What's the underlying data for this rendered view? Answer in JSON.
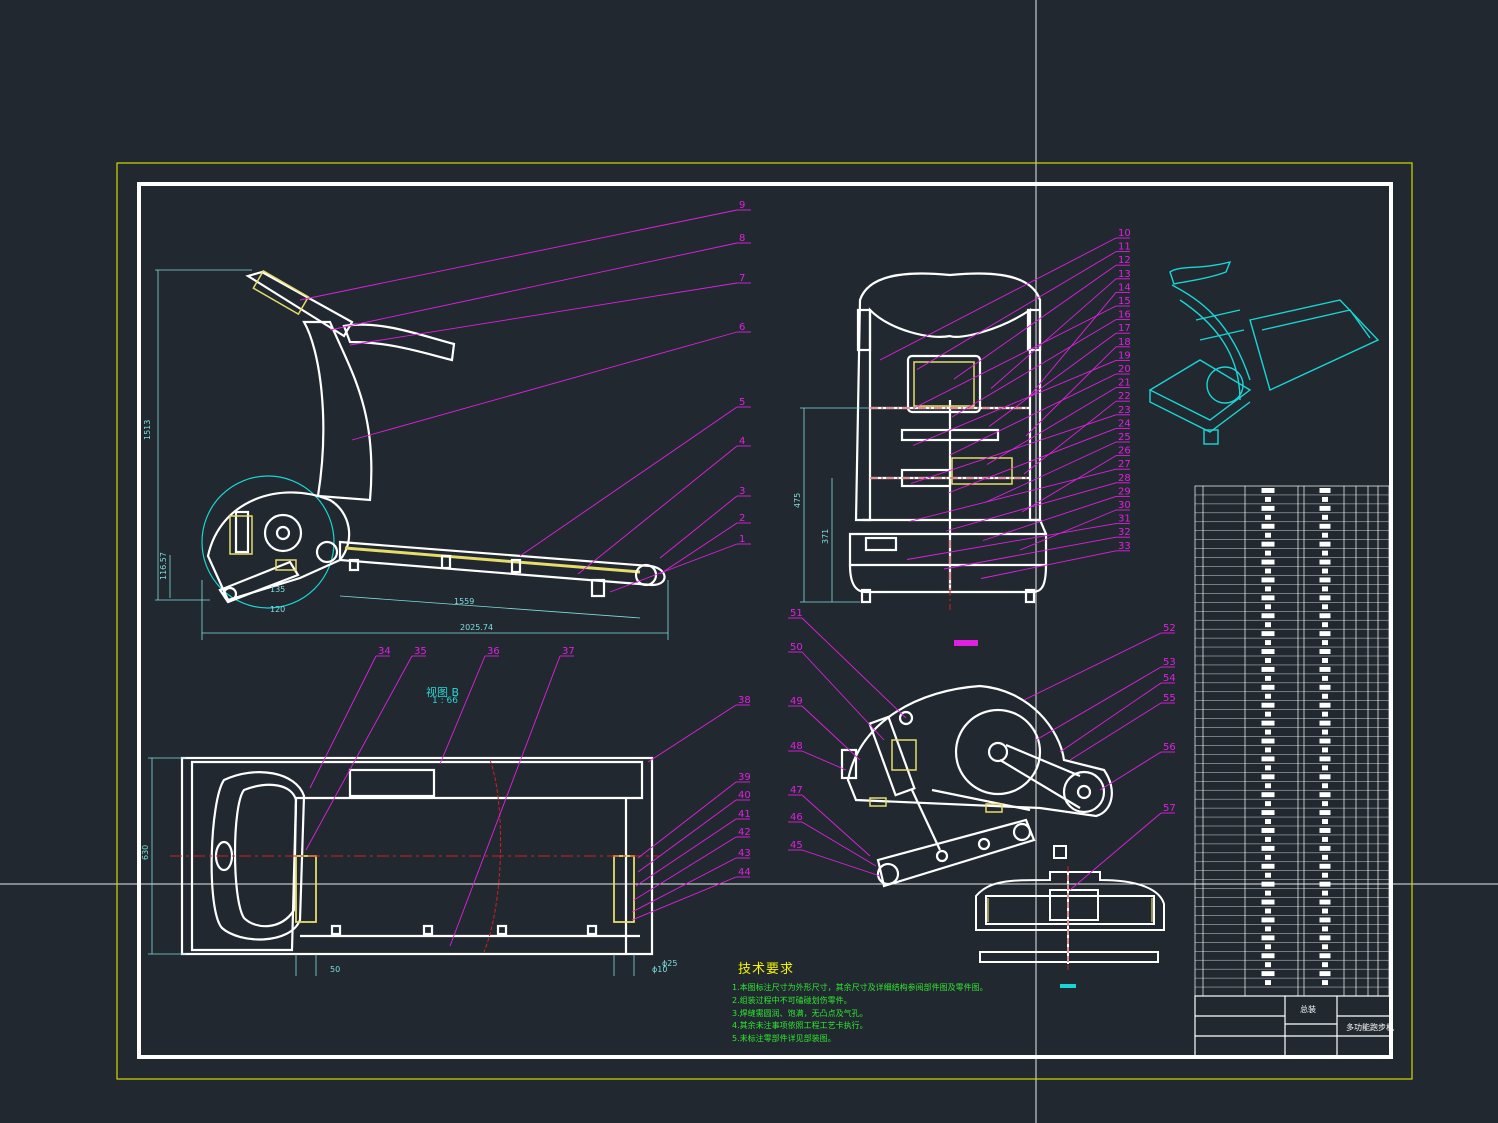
{
  "drawing": {
    "colors": {
      "background": "#212830",
      "frame_outer": "#d8d800",
      "frame_inner": "#ffffff",
      "leader": "#e020e0",
      "dimension": "#7fdede",
      "centerline": "#d02020",
      "highlight": "#e6dc6a",
      "note_title": "#f4f400",
      "note_text": "#2ee82e",
      "iso_view": "#19d6d6"
    },
    "balloons_top": [
      "9",
      "8",
      "7",
      "6",
      "5",
      "4",
      "3",
      "2",
      "1"
    ],
    "balloons_right_col": [
      "10",
      "11",
      "12",
      "13",
      "14",
      "15",
      "16",
      "17",
      "18",
      "19",
      "20",
      "21",
      "22",
      "23",
      "24",
      "25",
      "26",
      "27",
      "28",
      "29",
      "30",
      "31",
      "32",
      "33"
    ],
    "balloons_plan": [
      "34",
      "35",
      "36",
      "37",
      "38",
      "39",
      "40",
      "41",
      "42",
      "43",
      "44"
    ],
    "balloons_detail_left": [
      "51",
      "50",
      "49",
      "48",
      "47",
      "46",
      "45"
    ],
    "balloons_detail_right": [
      "52",
      "53",
      "54",
      "55",
      "56",
      "57"
    ],
    "dimensions": {
      "height_main": "1513",
      "length_deck": "1559",
      "length_total": "2025.74",
      "front_height": "475",
      "front_height2": "371",
      "plan_width": "630",
      "small_dims": [
        "116.57",
        "135",
        "120",
        "50",
        "ϕ10",
        "ϕ25"
      ]
    },
    "view_label": "视图 B",
    "view_scale": "1 : 66",
    "tech_title": "技术要求",
    "tech_lines": [
      "1.本图标注尺寸为外形尺寸，其余尺寸及详细结构参阅部件图及零件图。",
      "2.组装过程中不可磕碰划伤零件。",
      "3.焊缝需圆润、饱满，无凸点及气孔。",
      "4.其余未注事项依照工程工艺卡执行。",
      "5.未标注零部件详见部装图。"
    ],
    "title_block": {
      "header": "总装",
      "name": "多功能跑步机"
    }
  }
}
